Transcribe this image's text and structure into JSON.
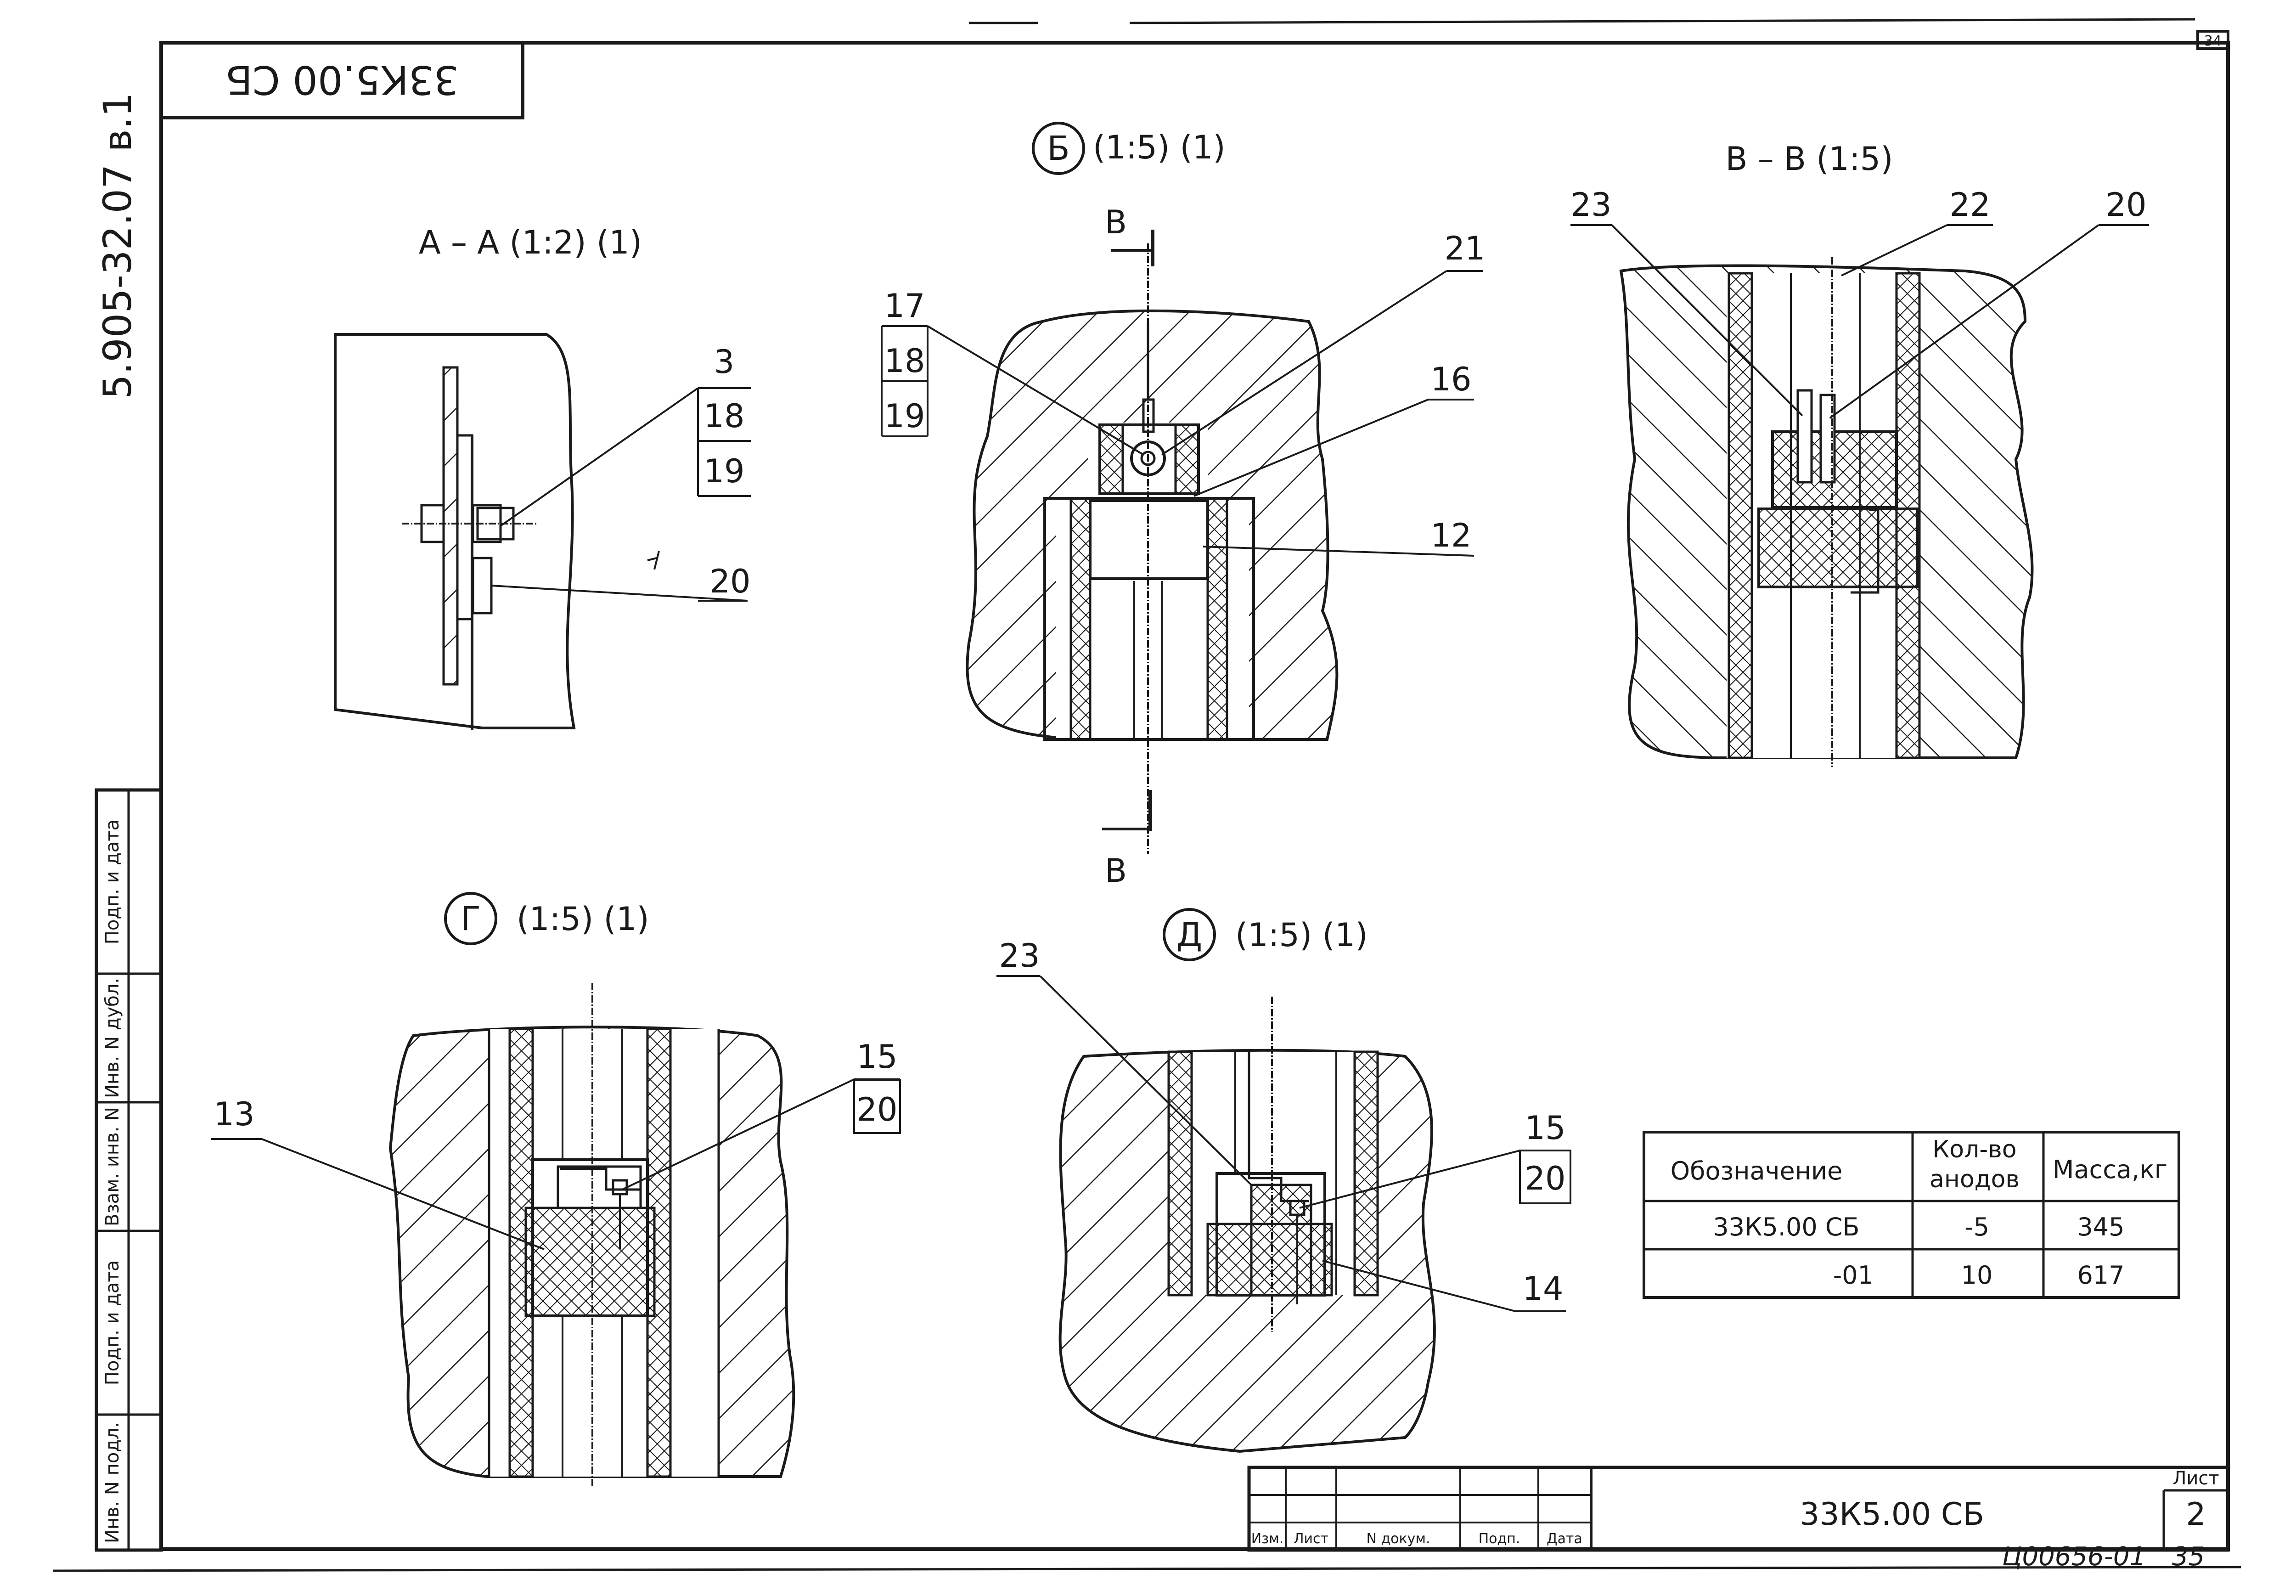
{
  "header": {
    "sheet_corner": "34",
    "mirrored_code": "33К5.00 СБ",
    "doc_number": "5.905-32.07 в.1"
  },
  "views": {
    "aa": {
      "title": "А – А (1:2) (1)",
      "callouts": [
        "3",
        "18",
        "19",
        "20"
      ]
    },
    "b": {
      "letter": "Б",
      "title": "(1:5) (1)",
      "section_letter": "В",
      "callouts": [
        "17",
        "18",
        "19",
        "21",
        "16",
        "12"
      ]
    },
    "vv": {
      "title": "В – В (1:5)",
      "callouts": [
        "23",
        "22",
        "20"
      ]
    },
    "g": {
      "letter": "Г",
      "title": "(1:5) (1)",
      "callouts": [
        "13",
        "15",
        "20"
      ]
    },
    "d": {
      "letter": "Д",
      "title": "(1:5) (1)",
      "callouts": [
        "23",
        "15",
        "20",
        "14"
      ]
    }
  },
  "spec_table": {
    "headers": [
      "Обозначение",
      "Кол-во анодов",
      "Масса,кг"
    ],
    "header_line1": [
      "Обозначение",
      "Кол-во",
      "Масса,кг"
    ],
    "header_line2": [
      "",
      "анодов",
      ""
    ],
    "rows": [
      [
        "33К5.00 СБ",
        "-5",
        "345"
      ],
      [
        "-01",
        "10",
        "617"
      ]
    ]
  },
  "side_stamp": [
    "Подп. и дата",
    "Инв. N дубл.",
    "Взам. инв. N",
    "Подп. и дата",
    "Инв. N подл."
  ],
  "title_block": {
    "columns": [
      "Изм.",
      "Лист",
      "N докум.",
      "Подп.",
      "Дата"
    ],
    "designation": "33К5.00 СБ",
    "sheet_label": "Лист",
    "sheet_number": "2"
  },
  "footer": {
    "archive_number": "Ц00656-01",
    "page": "35"
  }
}
